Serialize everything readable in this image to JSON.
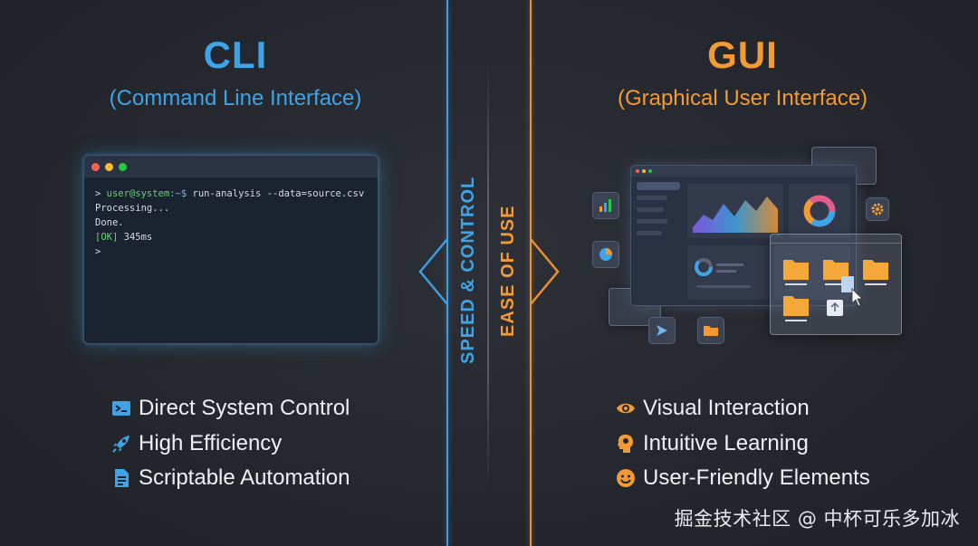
{
  "cli": {
    "title": "CLI",
    "subtitle": "(Command Line Interface)",
    "terminal": {
      "prompt_user": "user@system",
      "prompt_path": ":~$",
      "command": "run-analysis --data=source.csv",
      "line_processing": "Processing...",
      "line_done": "Done.",
      "line_ok_tag": "[OK]",
      "line_ok_time": "345ms",
      "caret": ">"
    },
    "features": [
      {
        "label": "Direct System Control",
        "icon": "terminal-icon"
      },
      {
        "label": "High Efficiency",
        "icon": "rocket-icon"
      },
      {
        "label": "Scriptable Automation",
        "icon": "script-document-icon"
      }
    ]
  },
  "gui": {
    "title": "GUI",
    "subtitle": "(Graphical User Interface)",
    "features": [
      {
        "label": "Visual Interaction",
        "icon": "eye-icon"
      },
      {
        "label": "Intuitive Learning",
        "icon": "head-brain-icon"
      },
      {
        "label": "User-Friendly Elements",
        "icon": "smiley-icon"
      }
    ]
  },
  "divider": {
    "left_label": "SPEED & CONTROL",
    "right_label": "EASE OF USE"
  },
  "watermark": "掘金技术社区 @ 中杯可乐多加冰",
  "colors": {
    "cli_accent": "#3fa4e6",
    "gui_accent": "#f29a36",
    "background": "#24272d"
  }
}
